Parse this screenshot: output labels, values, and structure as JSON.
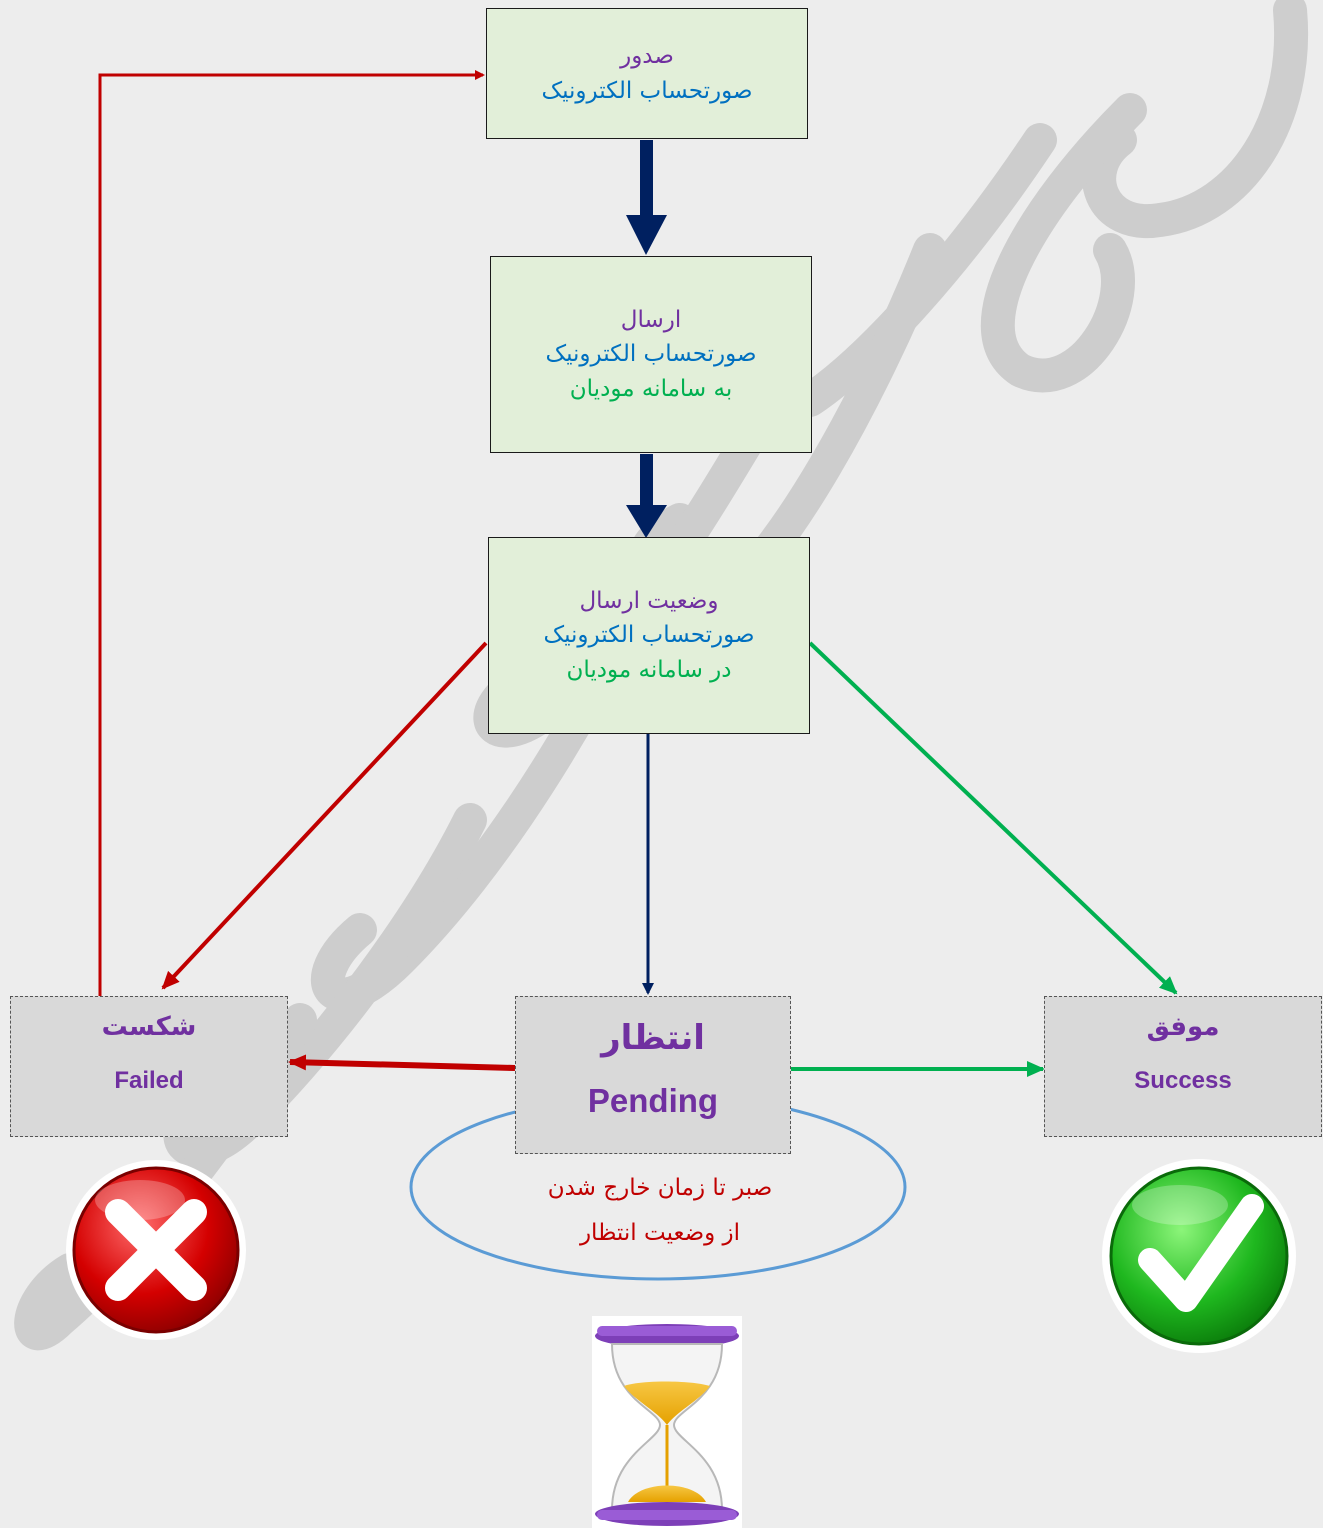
{
  "steps": {
    "issue": {
      "line1": "صدور",
      "line2": "صورتحساب الکترونیک"
    },
    "send": {
      "line1": "ارسال",
      "line2": "صورتحساب الکترونیک",
      "line3": "به سامانه مودیان"
    },
    "status": {
      "line1": "وضعیت ارسال",
      "line2": "صورتحساب الکترونیک",
      "line3": "در سامانه مودیان"
    }
  },
  "states": {
    "failed": {
      "fa": "شکست",
      "en": "Failed"
    },
    "pending": {
      "fa": "انتظار",
      "en": "Pending"
    },
    "success": {
      "fa": "موفق",
      "en": "Success"
    }
  },
  "pending_note": {
    "line1": "صبر تا زمان خارج شدن",
    "line2": "از وضعیت انتظار"
  },
  "watermark": "اداره کل امور مالیاتی خراسان رضوی",
  "colors": {
    "step_fill": "#e2efd9",
    "state_fill": "#d9d9d9",
    "main_arrow": "#002060",
    "fail_arrow": "#c00000",
    "success_arrow": "#00b050",
    "ellipse": "#5b9bd5",
    "label_purple": "#7030a0",
    "label_blue": "#0070c0",
    "label_green": "#00b050",
    "note_red": "#c00000"
  },
  "icons": [
    "failed-x-icon",
    "success-check-icon",
    "hourglass-icon"
  ]
}
